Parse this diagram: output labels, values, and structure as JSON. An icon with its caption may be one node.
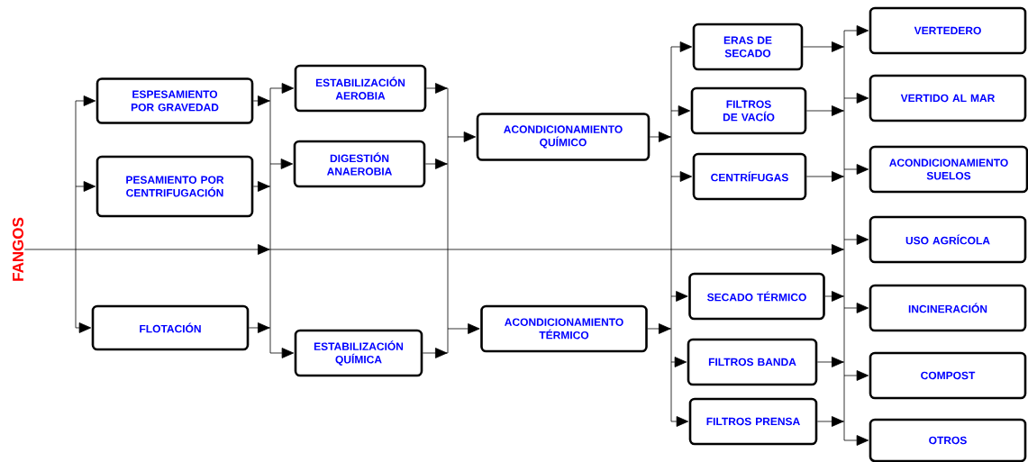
{
  "diagram": {
    "nodes": [
      {
        "text": [
          "FANGOS"
        ]
      },
      {
        "text": [
          "ESPESAMIENTO POR GRAVEDAD"
        ]
      },
      {
        "text": [
          "PESAMIENTO POR CENTRIFUGACIÓN"
        ]
      },
      {
        "text": [
          "FLOTACIÓN"
        ]
      },
      {
        "text": [
          "ESTABILIZACIÓN AEROBIA"
        ]
      },
      {
        "text": [
          "DIGESTIÓN ANAEROBIA"
        ]
      },
      {
        "text": [
          "ESTABILIZACIÓN QUÍMICA"
        ]
      },
      {
        "text": [
          "ACONDICIONAMIENTO QUÍMICO"
        ]
      },
      {
        "text": [
          "ACONDICIONAMIENTO TÉRMICO"
        ]
      },
      {
        "text": [
          "ERAS DE SECADO"
        ]
      },
      {
        "text": [
          "FILTROS DE VACÍO"
        ]
      },
      {
        "text": [
          "CENTRÍFUGAS"
        ]
      },
      {
        "text": [
          "SECADO TÉRMICO"
        ]
      },
      {
        "text": [
          "FILTROS BANDA"
        ]
      },
      {
        "text": [
          "FILTROS PRENSA"
        ]
      },
      {
        "text": [
          "VERTEDERO"
        ]
      },
      {
        "text": [
          "VERTIDO AL MAR"
        ]
      },
      {
        "text": [
          "ACONDICIONAMIENTO SUELOS"
        ]
      },
      {
        "text": [
          "USO AGRÍCOLA"
        ]
      },
      {
        "text": [
          "INCINERACIÓN"
        ]
      },
      {
        "text": [
          "COMPOST"
        ]
      },
      {
        "text": [
          "OTROS"
        ]
      }
    ],
    "edges": [
      {
        "from": 0,
        "to": 1,
        "arrow": "to"
      },
      {
        "from": 0,
        "to": 2,
        "arrow": "to"
      },
      {
        "from": 0,
        "to": 3,
        "arrow": "to"
      },
      {
        "from": 0,
        "to": 4,
        "arrow": "to"
      },
      {
        "from": 0,
        "to": 5,
        "arrow": "to"
      },
      {
        "from": 0,
        "to": 6,
        "arrow": "to"
      },
      {
        "from": 0,
        "to": 15,
        "arrow": "to"
      },
      {
        "from": 0,
        "to": 16,
        "arrow": "to"
      },
      {
        "from": 0,
        "to": 17,
        "arrow": "to"
      },
      {
        "from": 0,
        "to": 18,
        "arrow": "to"
      },
      {
        "from": 0,
        "to": 19,
        "arrow": "to"
      },
      {
        "from": 0,
        "to": 20,
        "arrow": "to"
      },
      {
        "from": 0,
        "to": 21,
        "arrow": "to"
      },
      {
        "from": 1,
        "to": 4,
        "arrow": "to"
      },
      {
        "from": 1,
        "to": 5,
        "arrow": "to"
      },
      {
        "from": 1,
        "to": 6,
        "arrow": "to"
      },
      {
        "from": 2,
        "to": 4,
        "arrow": "to"
      },
      {
        "from": 2,
        "to": 5,
        "arrow": "to"
      },
      {
        "from": 2,
        "to": 6,
        "arrow": "to"
      },
      {
        "from": 3,
        "to": 4,
        "arrow": "to"
      },
      {
        "from": 3,
        "to": 5,
        "arrow": "to"
      },
      {
        "from": 3,
        "to": 6,
        "arrow": "to"
      },
      {
        "from": 4,
        "to": 7,
        "arrow": "to"
      },
      {
        "from": 4,
        "to": 8,
        "arrow": "to"
      },
      {
        "from": 5,
        "to": 7,
        "arrow": "to"
      },
      {
        "from": 5,
        "to": 8,
        "arrow": "to"
      },
      {
        "from": 6,
        "to": 7,
        "arrow": "to"
      },
      {
        "from": 6,
        "to": 8,
        "arrow": "to"
      },
      {
        "from": 7,
        "to": 9,
        "arrow": "to"
      },
      {
        "from": 7,
        "to": 10,
        "arrow": "to"
      },
      {
        "from": 7,
        "to": 11,
        "arrow": "to"
      },
      {
        "from": 7,
        "to": 12,
        "arrow": "to"
      },
      {
        "from": 7,
        "to": 13,
        "arrow": "to"
      },
      {
        "from": 7,
        "to": 14,
        "arrow": "to"
      },
      {
        "from": 8,
        "to": 9,
        "arrow": "to"
      },
      {
        "from": 8,
        "to": 10,
        "arrow": "to"
      },
      {
        "from": 8,
        "to": 11,
        "arrow": "to"
      },
      {
        "from": 8,
        "to": 12,
        "arrow": "to"
      },
      {
        "from": 8,
        "to": 13,
        "arrow": "to"
      },
      {
        "from": 8,
        "to": 14,
        "arrow": "to"
      },
      {
        "from": 9,
        "to": 15,
        "arrow": "to"
      },
      {
        "from": 9,
        "to": 16,
        "arrow": "to"
      },
      {
        "from": 9,
        "to": 17,
        "arrow": "to"
      },
      {
        "from": 9,
        "to": 18,
        "arrow": "to"
      },
      {
        "from": 9,
        "to": 19,
        "arrow": "to"
      },
      {
        "from": 9,
        "to": 20,
        "arrow": "to"
      },
      {
        "from": 9,
        "to": 21,
        "arrow": "to"
      },
      {
        "from": 10,
        "to": 15,
        "arrow": "to"
      },
      {
        "from": 10,
        "to": 16,
        "arrow": "to"
      },
      {
        "from": 10,
        "to": 17,
        "arrow": "to"
      },
      {
        "from": 10,
        "to": 18,
        "arrow": "to"
      },
      {
        "from": 10,
        "to": 19,
        "arrow": "to"
      },
      {
        "from": 10,
        "to": 20,
        "arrow": "to"
      },
      {
        "from": 10,
        "to": 21,
        "arrow": "to"
      },
      {
        "from": 11,
        "to": 15,
        "arrow": "to"
      },
      {
        "from": 11,
        "to": 16,
        "arrow": "to"
      },
      {
        "from": 11,
        "to": 17,
        "arrow": "to"
      },
      {
        "from": 11,
        "to": 18,
        "arrow": "to"
      },
      {
        "from": 11,
        "to": 19,
        "arrow": "to"
      },
      {
        "from": 11,
        "to": 20,
        "arrow": "to"
      },
      {
        "from": 11,
        "to": 21,
        "arrow": "to"
      },
      {
        "from": 12,
        "to": 15,
        "arrow": "to"
      },
      {
        "from": 12,
        "to": 16,
        "arrow": "to"
      },
      {
        "from": 12,
        "to": 17,
        "arrow": "to"
      },
      {
        "from": 12,
        "to": 18,
        "arrow": "to"
      },
      {
        "from": 12,
        "to": 19,
        "arrow": "to"
      },
      {
        "from": 12,
        "to": 20,
        "arrow": "to"
      },
      {
        "from": 12,
        "to": 21,
        "arrow": "to"
      },
      {
        "from": 13,
        "to": 15,
        "arrow": "to"
      },
      {
        "from": 13,
        "to": 16,
        "arrow": "to"
      },
      {
        "from": 13,
        "to": 17,
        "arrow": "to"
      },
      {
        "from": 13,
        "to": 18,
        "arrow": "to"
      },
      {
        "from": 13,
        "to": 19,
        "arrow": "to"
      },
      {
        "from": 13,
        "to": 20,
        "arrow": "to"
      },
      {
        "from": 13,
        "to": 21,
        "arrow": "to"
      },
      {
        "from": 14,
        "to": 15,
        "arrow": "to"
      },
      {
        "from": 14,
        "to": 16,
        "arrow": "to"
      },
      {
        "from": 14,
        "to": 17,
        "arrow": "to"
      },
      {
        "from": 14,
        "to": 18,
        "arrow": "to"
      },
      {
        "from": 14,
        "to": 19,
        "arrow": "to"
      },
      {
        "from": 14,
        "to": 20,
        "arrow": "to"
      },
      {
        "from": 14,
        "to": 21,
        "arrow": "to"
      }
    ]
  }
}
